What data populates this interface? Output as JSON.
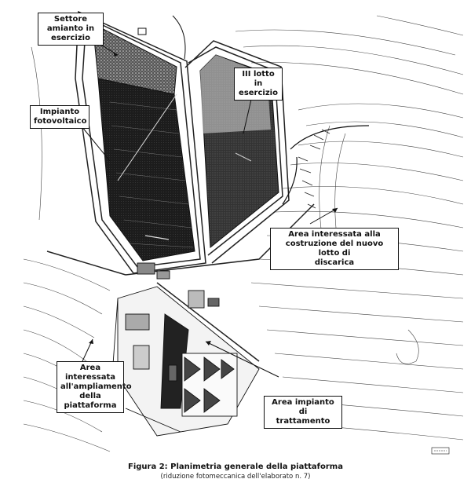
{
  "labels": {
    "settore_amianto": "Settore\namianto in\nesercizio",
    "impianto_fotovoltaico": "Impianto\nfotovoltaico",
    "iii_lotto": "III lotto in\nesercizio",
    "area_nuovo_lotto": "Area interessata alla\ncostruzione del nuovo lotto di\ndiscarica",
    "area_ampliamento": "Area interessata\nall'ampliamento\ndella\npiattaforma",
    "area_impianto_trattamento": "Area impianto di\ntrattamento"
  },
  "caption": {
    "title": "Figura 2: Planimetria generale della piattaforma",
    "subtitle": "(riduzione fotomeccanica dell'elaborato n. 7)"
  },
  "colors": {
    "ink": "#111111",
    "dark_fill": "#1c1c1c",
    "mid_fill": "#3a3a3a",
    "paper": "#ffffff"
  }
}
